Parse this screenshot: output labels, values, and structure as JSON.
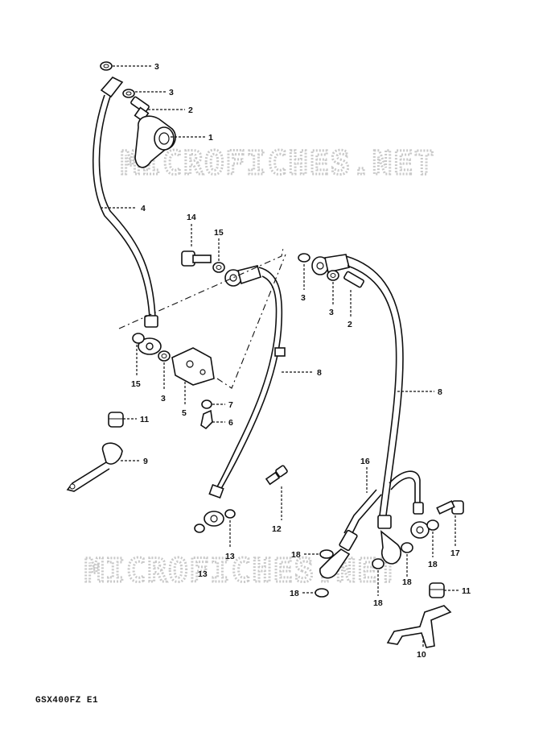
{
  "watermark": {
    "top": "MICROFICHES.NET",
    "bottom": "MICROFICHES.NET"
  },
  "model_code": "GSX400FZ E1",
  "callouts": [
    {
      "id": "c1",
      "label": "3"
    },
    {
      "id": "c2",
      "label": "3"
    },
    {
      "id": "c3",
      "label": "2"
    },
    {
      "id": "c4",
      "label": "1"
    },
    {
      "id": "c5",
      "label": "4"
    },
    {
      "id": "c6",
      "label": "14"
    },
    {
      "id": "c7",
      "label": "15"
    },
    {
      "id": "c8",
      "label": "3"
    },
    {
      "id": "c9",
      "label": "3"
    },
    {
      "id": "c10",
      "label": "2"
    },
    {
      "id": "c11",
      "label": "15"
    },
    {
      "id": "c12",
      "label": "3"
    },
    {
      "id": "c13",
      "label": "5"
    },
    {
      "id": "c14",
      "label": "7"
    },
    {
      "id": "c15",
      "label": "6"
    },
    {
      "id": "c16",
      "label": "8"
    },
    {
      "id": "c17",
      "label": "8"
    },
    {
      "id": "c18",
      "label": "11"
    },
    {
      "id": "c19",
      "label": "9"
    },
    {
      "id": "c20",
      "label": "16"
    },
    {
      "id": "c21",
      "label": "12"
    },
    {
      "id": "c22",
      "label": "13"
    },
    {
      "id": "c23",
      "label": "13"
    },
    {
      "id": "c24",
      "label": "18"
    },
    {
      "id": "c25",
      "label": "18"
    },
    {
      "id": "c26",
      "label": "18"
    },
    {
      "id": "c27",
      "label": "18"
    },
    {
      "id": "c28",
      "label": "18"
    },
    {
      "id": "c29",
      "label": "17"
    },
    {
      "id": "c30",
      "label": "11"
    },
    {
      "id": "c31",
      "label": "10"
    }
  ]
}
